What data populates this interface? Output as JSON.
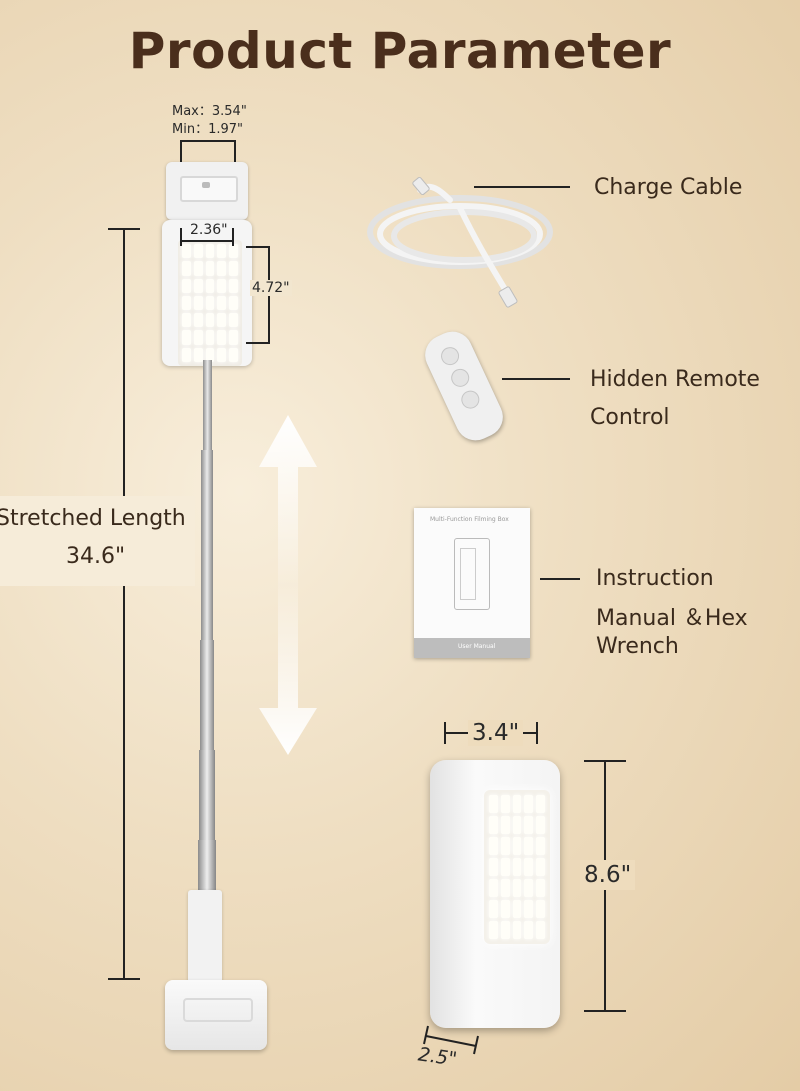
{
  "title": "Product Parameter",
  "dimensions": {
    "clamp_max": "Max：3.54\"",
    "clamp_min": "Min：1.97\"",
    "panel_width": "2.36\"",
    "panel_height": "4.72\"",
    "stretched_label": "Stretched Length",
    "stretched_value": "34.6\"",
    "box_width": "3.4\"",
    "box_height": "8.6\"",
    "box_depth": "2.5\""
  },
  "accessories": {
    "cable": "Charge Cable",
    "remote_line1": "Hidden Remote",
    "remote_line2": "Control",
    "manual_line1": "Instruction",
    "manual_line2": "Manual ＆Hex",
    "manual_line3": "Wrench"
  },
  "manual_cover": {
    "heading": "Multi-Function Filming Box",
    "footer": "User Manual"
  },
  "colors": {
    "title": "#4a2e1c",
    "background": "#efdfc3",
    "device": "#f4f4f4"
  }
}
